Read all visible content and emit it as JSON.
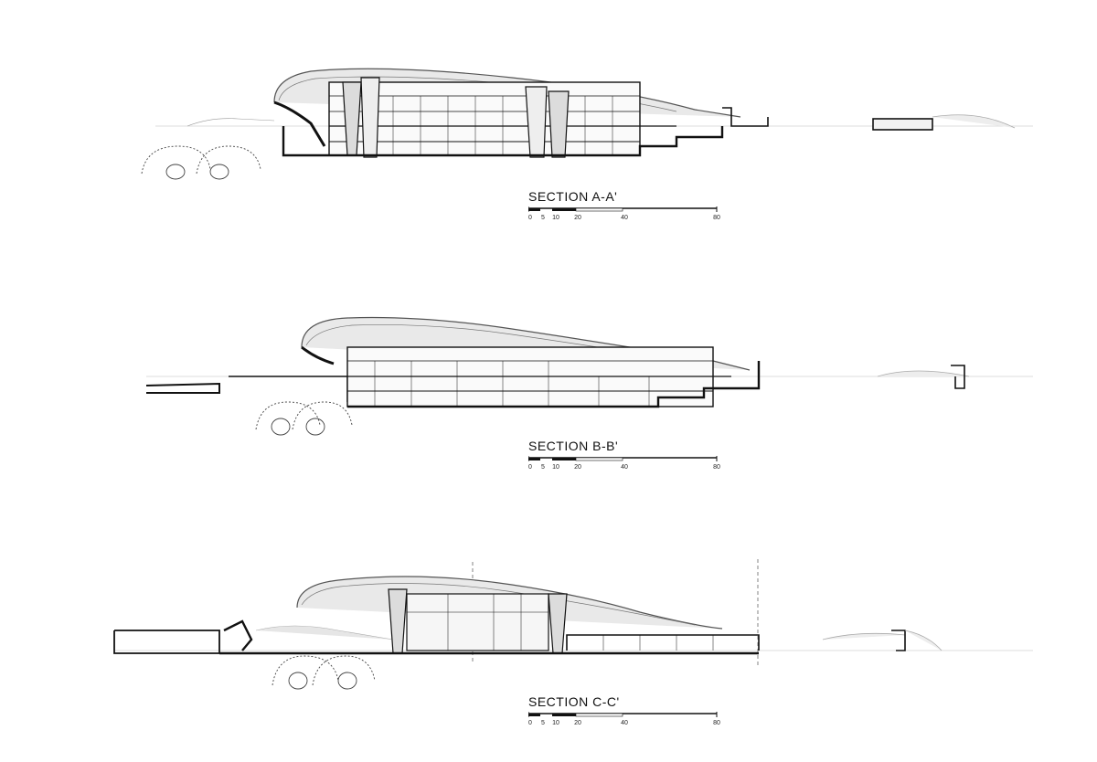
{
  "sections": [
    {
      "id": "a",
      "title": "SECTION A-A'",
      "scale_ticks": [
        "0",
        "5",
        "10",
        "20",
        "40",
        "80"
      ]
    },
    {
      "id": "b",
      "title": "SECTION B-B'",
      "scale_ticks": [
        "0",
        "5",
        "10",
        "20",
        "40",
        "80"
      ]
    },
    {
      "id": "c",
      "title": "SECTION C-C'",
      "scale_ticks": [
        "0",
        "5",
        "10",
        "20",
        "40",
        "80"
      ]
    }
  ],
  "colors": {
    "line": "#111111",
    "fill_light": "#e6e6e6",
    "fill_mid": "#cfcfcf",
    "background": "#ffffff"
  }
}
